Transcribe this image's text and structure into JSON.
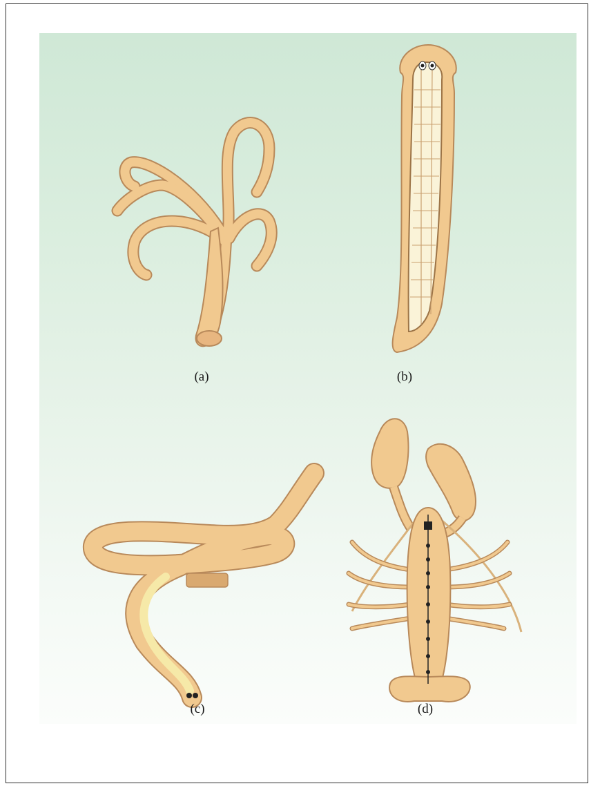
{
  "figure": {
    "labels": {
      "a": "(a)",
      "b": "(b)",
      "c": "(c)",
      "d": "(d)"
    },
    "colors": {
      "body_fill": "#f1c98f",
      "body_outline": "#b8895a",
      "inner_fill": "#faf3d8",
      "background_top": "#cfe8d6",
      "background_bottom": "#fbfdfb"
    }
  }
}
